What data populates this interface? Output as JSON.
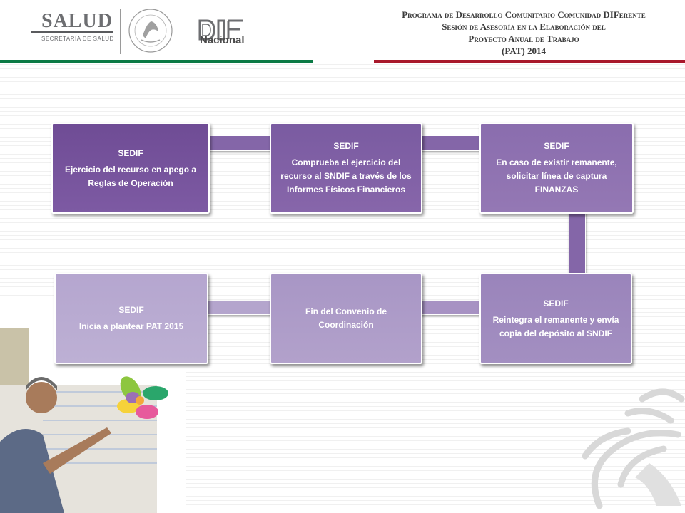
{
  "header": {
    "salud_word": "SALUD",
    "salud_sub": "SECRETARÍA DE SALUD",
    "dif_word": "Nacional",
    "title_lines": [
      "Programa de Desarrollo Comunitario Comunidad DIFerente",
      "Sesión de Asesoría en la Elaboración del",
      "Proyecto Anual de Trabajo",
      "(PAT) 2014"
    ],
    "colors": {
      "green": "#0b7a45",
      "red": "#a8182b"
    }
  },
  "diagram": {
    "steps": [
      {
        "heading": "SEDIF",
        "text": "Ejercicio del recurso en apego a Reglas de Operación"
      },
      {
        "heading": "SEDIF",
        "text": "Comprueba  el ejercicio del recurso al SNDIF a través de los Informes Físicos Financieros"
      },
      {
        "heading": "SEDIF",
        "text": "En caso de existir remanente, solicitar línea de captura FINANZAS"
      },
      {
        "heading": "SEDIF",
        "text": "Reintegra el remanente y envía copia del depósito al SNDIF"
      },
      {
        "heading": "",
        "text": "Fin del Convenio de Coordinación"
      },
      {
        "heading": "SEDIF",
        "text": "Inicia a plantear PAT 2015"
      }
    ],
    "colors": [
      "#6f4c95",
      "#7a5ba1",
      "#8a6dae",
      "#9a84bb",
      "#a896c5",
      "#b5a6cf"
    ]
  }
}
